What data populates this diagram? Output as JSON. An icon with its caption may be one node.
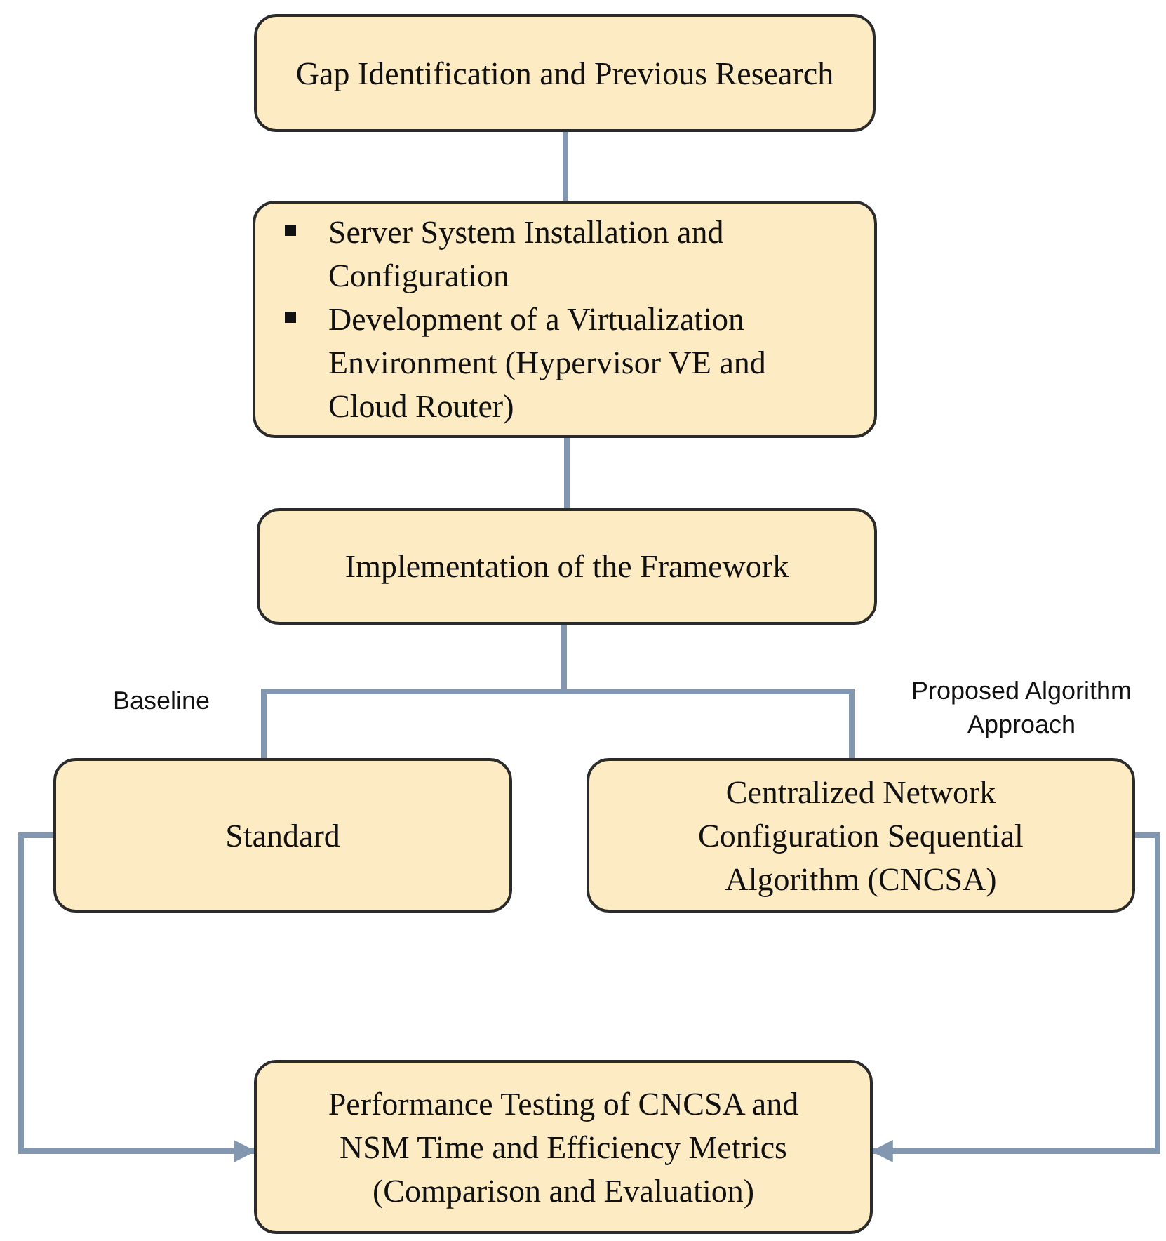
{
  "diagram": {
    "nodes": [
      {
        "text": [
          "Gap Identification and Previous Research"
        ]
      },
      {
        "text": [
          "Server System Installation and Configuration",
          "Development of a Virtualization Environment (Hypervisor VE and Cloud Router)"
        ]
      },
      {
        "text": [
          "Implementation of the Framework"
        ]
      },
      {
        "text": [
          "Standard"
        ]
      },
      {
        "text": [
          "Centralized Network Configuration Sequential Algorithm (CNCSA)"
        ]
      },
      {
        "text": [
          "Performance Testing of CNCSA and NSM Time and Efficiency Metrics (Comparison and Evaluation)"
        ]
      }
    ],
    "edges": [
      {
        "from": 0,
        "to": 1,
        "arrow": "none"
      },
      {
        "from": 1,
        "to": 2,
        "arrow": "none"
      },
      {
        "from": 2,
        "to": 3,
        "arrow": "none"
      },
      {
        "from": 2,
        "to": 4,
        "arrow": "none"
      },
      {
        "from": 3,
        "to": 5,
        "arrow": "to"
      },
      {
        "from": 4,
        "to": 5,
        "arrow": "to"
      }
    ],
    "labels": [
      "Baseline",
      "Proposed Algorithm Approach"
    ]
  }
}
